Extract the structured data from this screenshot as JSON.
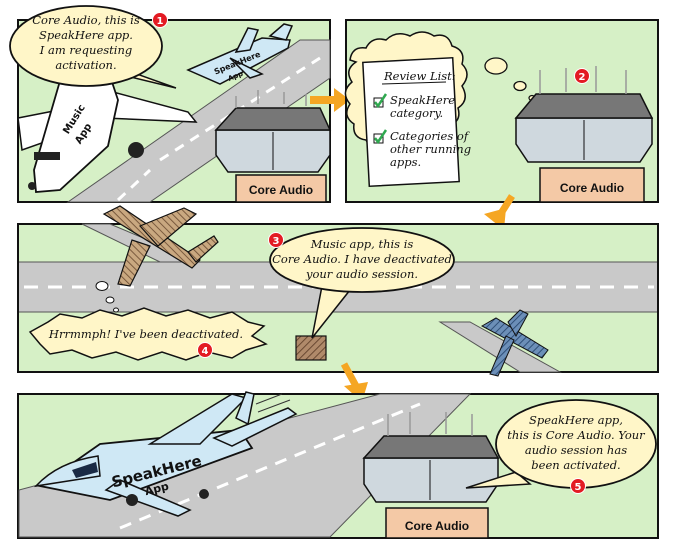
{
  "panels": {
    "p1": {
      "bubble_lines": [
        "Core Audio, this is",
        "SpeakHere app.",
        "I am requesting",
        "activation."
      ],
      "step": "1",
      "plane_large_lines": [
        "Music",
        "App"
      ],
      "plane_small_lines": [
        "SpeakHere",
        "App"
      ],
      "tower_label": "Core Audio"
    },
    "p2": {
      "review_title": "Review List:",
      "item1_lines": [
        "SpeakHere",
        "category."
      ],
      "item2_lines": [
        "Categories of",
        "other running",
        "apps."
      ],
      "step": "2",
      "tower_label": "Core Audio"
    },
    "p3": {
      "bubble_lines": [
        "Music app, this is",
        "Core Audio. I have deactivated",
        "your audio session."
      ],
      "step": "3",
      "burst_text": "Hrrmmph! I've been deactivated.",
      "burst_step": "4"
    },
    "p4": {
      "plane_lines": [
        "SpeakHere",
        "App"
      ],
      "bubble_lines": [
        "SpeakHere app,",
        "this is Core Audio. Your",
        "audio session has",
        "been activated."
      ],
      "step": "5",
      "tower_label": "Core Audio"
    }
  },
  "colors": {
    "sky": "#d6f0c6",
    "runway": "#c9c9c9",
    "bubble": "#fff6c8",
    "step_badge": "#e31b23",
    "arrow": "#f5a623",
    "tower_base": "#f4c9a6",
    "plane_blue": "#cfe8f5",
    "plane_white": "#ffffff",
    "check": "#2fa84f"
  }
}
